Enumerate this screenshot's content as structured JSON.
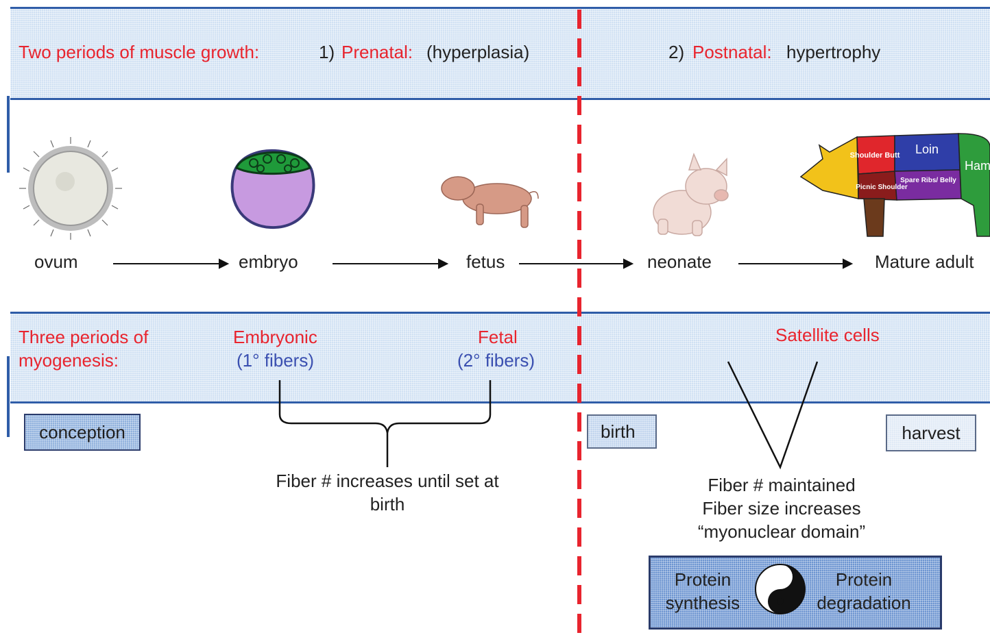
{
  "header": {
    "title": "Two periods of muscle growth:",
    "prenatal_num": "1)",
    "prenatal_label": "Prenatal:",
    "prenatal_desc": "(hyperplasia)",
    "postnatal_num": "2)",
    "postnatal_label": "Postnatal:",
    "postnatal_desc": "hypertrophy"
  },
  "stages": [
    "ovum",
    "embryo",
    "fetus",
    "neonate",
    "Mature adult"
  ],
  "pig_cuts": {
    "shoulder_butt": "Shoulder Butt",
    "loin": "Loin",
    "ham": "Ham",
    "picnic_shoulder": "Picnic Shoulder",
    "spare_ribs_belly": "Spare Ribs/ Belly"
  },
  "myogenesis": {
    "title_line1": "Three periods of",
    "title_line2": "myogenesis:",
    "embryonic": "Embryonic",
    "embryonic_sub": "(1° fibers)",
    "fetal": "Fetal",
    "fetal_sub": "(2° fibers)",
    "satellite": "Satellite cells"
  },
  "timeline": {
    "conception": "conception",
    "birth": "birth",
    "harvest": "harvest"
  },
  "notes": {
    "prenatal_line1": "Fiber # increases until set at",
    "prenatal_line2": "birth",
    "postnatal_line1": "Fiber # maintained",
    "postnatal_line2": "Fiber size increases",
    "postnatal_line3": "“myonuclear domain”"
  },
  "balance": {
    "left_line1": "Protein",
    "left_line2": "synthesis",
    "right_line1": "Protein",
    "right_line2": "degradation"
  },
  "colors": {
    "accent_red": "#e8242e",
    "accent_blue": "#3a4fb0",
    "band": "#cfe0f3",
    "band_border": "#2f5da8"
  }
}
